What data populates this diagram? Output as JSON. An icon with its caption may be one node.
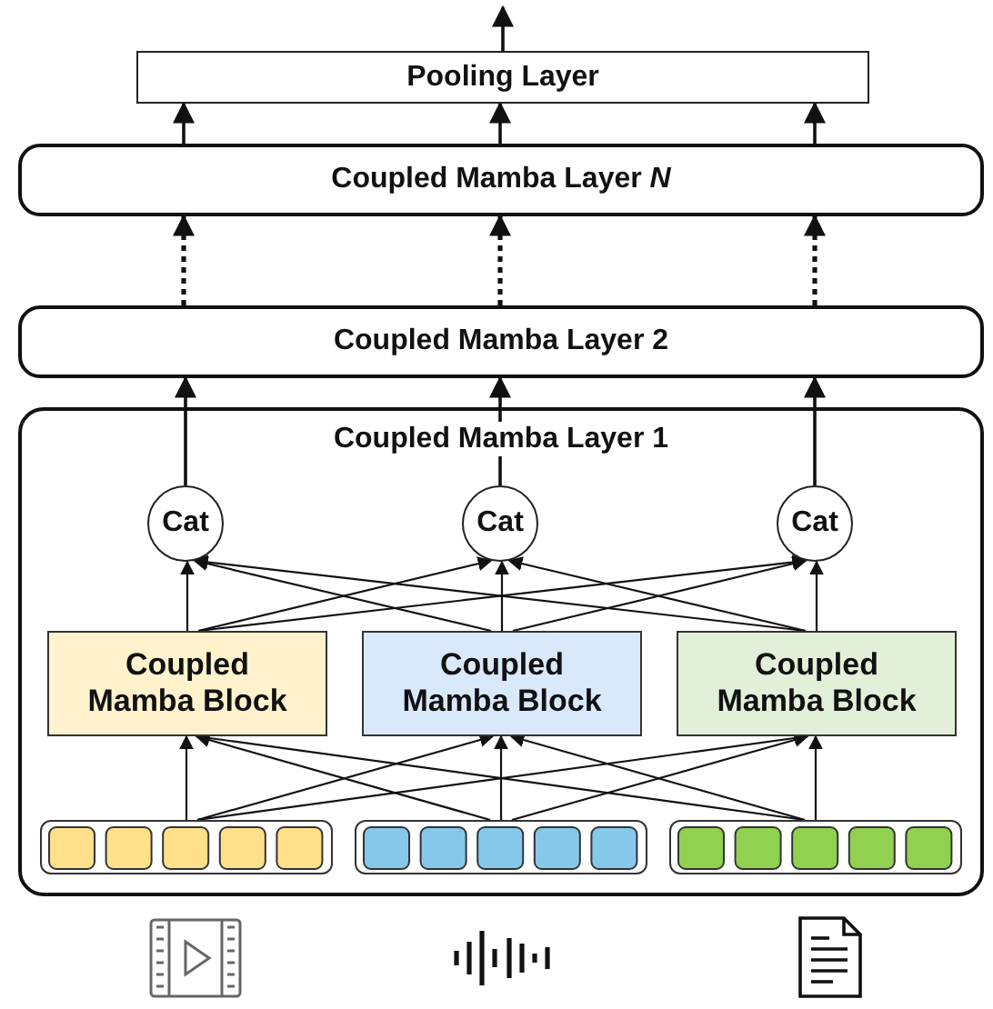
{
  "diagram": {
    "nodes": [
      {
        "text": [
          "Pooling Layer"
        ]
      },
      {
        "text": [
          "Coupled Mamba Layer *N*"
        ]
      },
      {
        "text": [
          "Coupled Mamba Layer 2"
        ]
      },
      {
        "text": [
          "Coupled Mamba Layer 1"
        ]
      },
      {
        "text": [
          "Cat"
        ],
        "in": 3
      },
      {
        "text": [
          "Cat"
        ],
        "in": 3
      },
      {
        "text": [
          "Cat"
        ],
        "in": 3
      },
      {
        "text": [
          "Coupled Mamba Block"
        ],
        "in": 3
      },
      {
        "text": [
          "Coupled Mamba Block"
        ],
        "in": 3
      },
      {
        "text": [
          "Coupled Mamba Block"
        ],
        "in": 3
      },
      {
        "text": [],
        "shape": "bar",
        "in": 3
      },
      {
        "text": [],
        "shape": "bar",
        "in": 3
      },
      {
        "text": [],
        "shape": "bar",
        "in": 3
      }
    ],
    "edges": [
      {
        "from": 0,
        "to": null,
        "arrow": "to"
      },
      {
        "from": 1,
        "to": 0,
        "arrow": "to"
      },
      {
        "from": 1,
        "to": 0,
        "arrow": "to"
      },
      {
        "from": 1,
        "to": 0,
        "arrow": "to"
      },
      {
        "from": 2,
        "to": 1,
        "arrow": "to",
        "style": "dashed"
      },
      {
        "from": 2,
        "to": 1,
        "arrow": "to",
        "style": "dashed"
      },
      {
        "from": 2,
        "to": 1,
        "arrow": "to",
        "style": "dashed"
      },
      {
        "from": 4,
        "to": 2,
        "arrow": "to"
      },
      {
        "from": 5,
        "to": 2,
        "arrow": "to"
      },
      {
        "from": 6,
        "to": 2,
        "arrow": "to"
      },
      {
        "from": 7,
        "to": 4,
        "arrow": "to"
      },
      {
        "from": 7,
        "to": 5,
        "arrow": "to"
      },
      {
        "from": 7,
        "to": 6,
        "arrow": "to"
      },
      {
        "from": 8,
        "to": 4,
        "arrow": "to"
      },
      {
        "from": 8,
        "to": 5,
        "arrow": "to"
      },
      {
        "from": 8,
        "to": 6,
        "arrow": "to"
      },
      {
        "from": 9,
        "to": 4,
        "arrow": "to"
      },
      {
        "from": 9,
        "to": 5,
        "arrow": "to"
      },
      {
        "from": 9,
        "to": 6,
        "arrow": "to"
      },
      {
        "from": 10,
        "to": 7,
        "arrow": "to"
      },
      {
        "from": 10,
        "to": 8,
        "arrow": "to"
      },
      {
        "from": 10,
        "to": 9,
        "arrow": "to"
      },
      {
        "from": 11,
        "to": 7,
        "arrow": "to"
      },
      {
        "from": 11,
        "to": 8,
        "arrow": "to"
      },
      {
        "from": 11,
        "to": 9,
        "arrow": "to"
      },
      {
        "from": 12,
        "to": 7,
        "arrow": "to"
      },
      {
        "from": 12,
        "to": 8,
        "arrow": "to"
      },
      {
        "from": 12,
        "to": 9,
        "arrow": "to"
      }
    ]
  }
}
